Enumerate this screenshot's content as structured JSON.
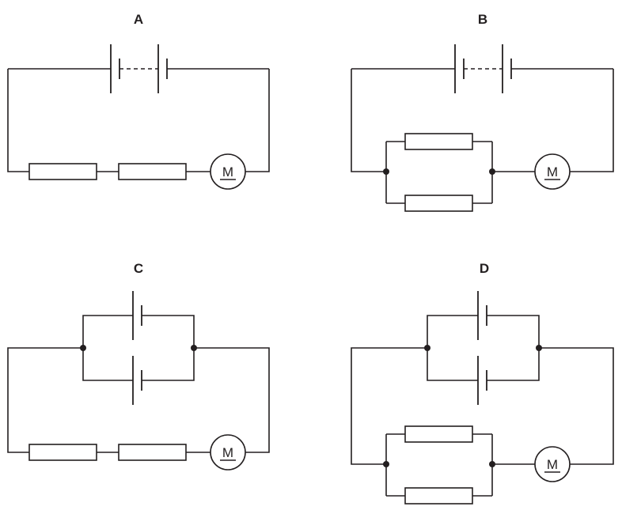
{
  "panels": [
    {
      "label": "A",
      "motor_label": "M"
    },
    {
      "label": "B",
      "motor_label": "M"
    },
    {
      "label": "C",
      "motor_label": "M"
    },
    {
      "label": "D",
      "motor_label": "M"
    }
  ]
}
